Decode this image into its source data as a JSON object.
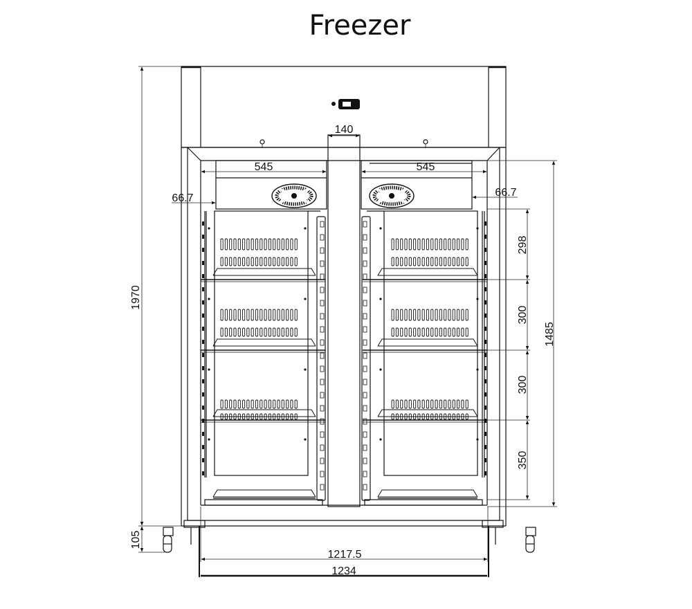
{
  "title": "Freezer",
  "dimensions": {
    "total_height": "1970",
    "foot_height": "105",
    "internal_height": "1485",
    "top_width_left": "545",
    "top_width_right": "545",
    "mullion_width": "140",
    "offset_left": "66.7",
    "offset_right": "66.7",
    "shelf_spacing_1": "298",
    "shelf_spacing_2": "300",
    "shelf_spacing_3": "300",
    "shelf_spacing_4": "350",
    "inner_width": "1217.5",
    "overall_width": "1234"
  }
}
